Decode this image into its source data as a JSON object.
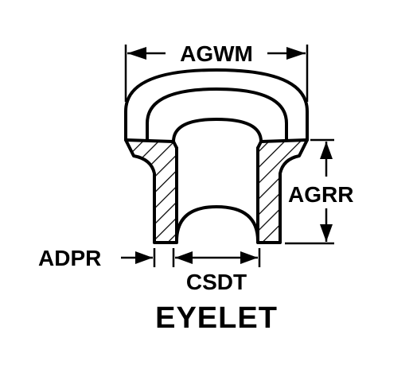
{
  "labels": {
    "top_width": "AGWM",
    "height": "AGRR",
    "wall": "ADPR",
    "shank": "CSDT"
  },
  "title": "EYELET",
  "colors": {
    "ink": "#000000",
    "background": "#ffffff"
  }
}
